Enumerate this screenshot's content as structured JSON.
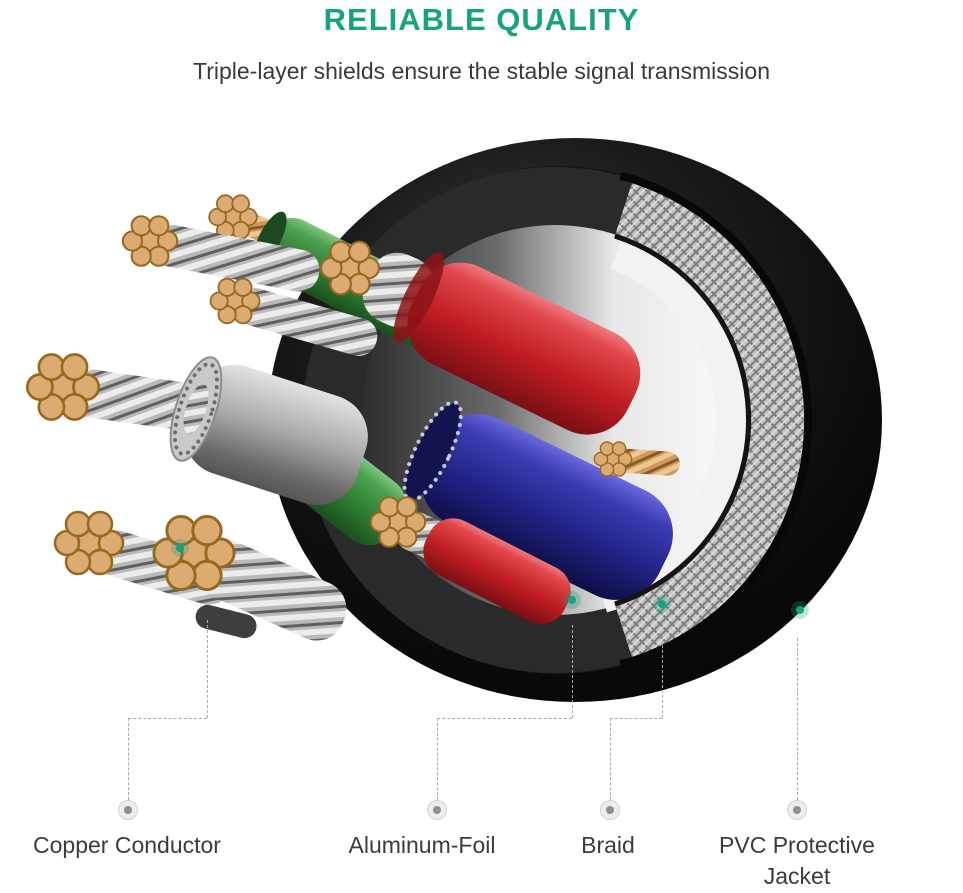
{
  "header": {
    "title": "RELIABLE QUALITY",
    "subtitle": "Triple-layer shields ensure the stable signal transmission"
  },
  "callouts": [
    {
      "id": "copper-conductor",
      "label": "Copper Conductor"
    },
    {
      "id": "aluminum-foil",
      "label": "Aluminum-Foil"
    },
    {
      "id": "braid",
      "label": "Braid"
    },
    {
      "id": "pvc-jacket",
      "label": "PVC Protective Jacket"
    }
  ],
  "colors": {
    "accent_teal": "#17a381",
    "text_dark": "#3a3a3a",
    "jacket_black": "#101010",
    "braid_silver": "#c4c4c4",
    "foil_white": "#f2f2f2",
    "wire_red": "#c01d23",
    "wire_navy": "#222285",
    "wire_green": "#2f7c33",
    "wire_gray": "#a9a9a9",
    "copper_strand": "#dcab72"
  }
}
